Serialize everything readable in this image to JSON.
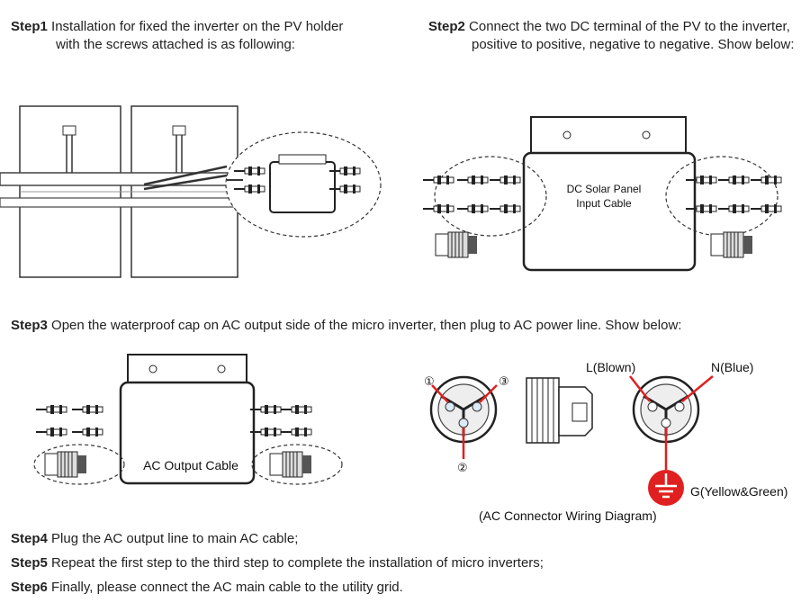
{
  "step1": {
    "label": "Step1",
    "line1": "Installation for fixed the inverter on the PV holder",
    "line2": "with the screws attached is as following:"
  },
  "step2": {
    "label": "Step2",
    "line1": "Connect the two DC terminal of the PV to the inverter,",
    "line2": "positive to positive, negative to negative. Show below:",
    "device_label_1": "DC Solar Panel",
    "device_label_2": "Input Cable"
  },
  "step3": {
    "label": "Step3",
    "text": "Open the waterproof cap on AC output side of the micro inverter, then plug to AC power line. Show below:",
    "device_label": "AC Output Cable"
  },
  "wiring": {
    "pin1": "①",
    "pin2": "②",
    "pin3": "③",
    "L": "L(Blown)",
    "N": "N(Blue)",
    "G": "G(Yellow&Green)",
    "caption": "(AC Connector Wiring Diagram)",
    "accent_color": "#e02020"
  },
  "step4": {
    "label": "Step4",
    "text": "Plug the AC output line to main AC cable;"
  },
  "step5": {
    "label": "Step5",
    "text": "Repeat the first step to the third step to complete the installation of micro inverters;"
  },
  "step6": {
    "label": "Step6",
    "text": "Finally, please connect the AC main cable to the utility grid."
  }
}
